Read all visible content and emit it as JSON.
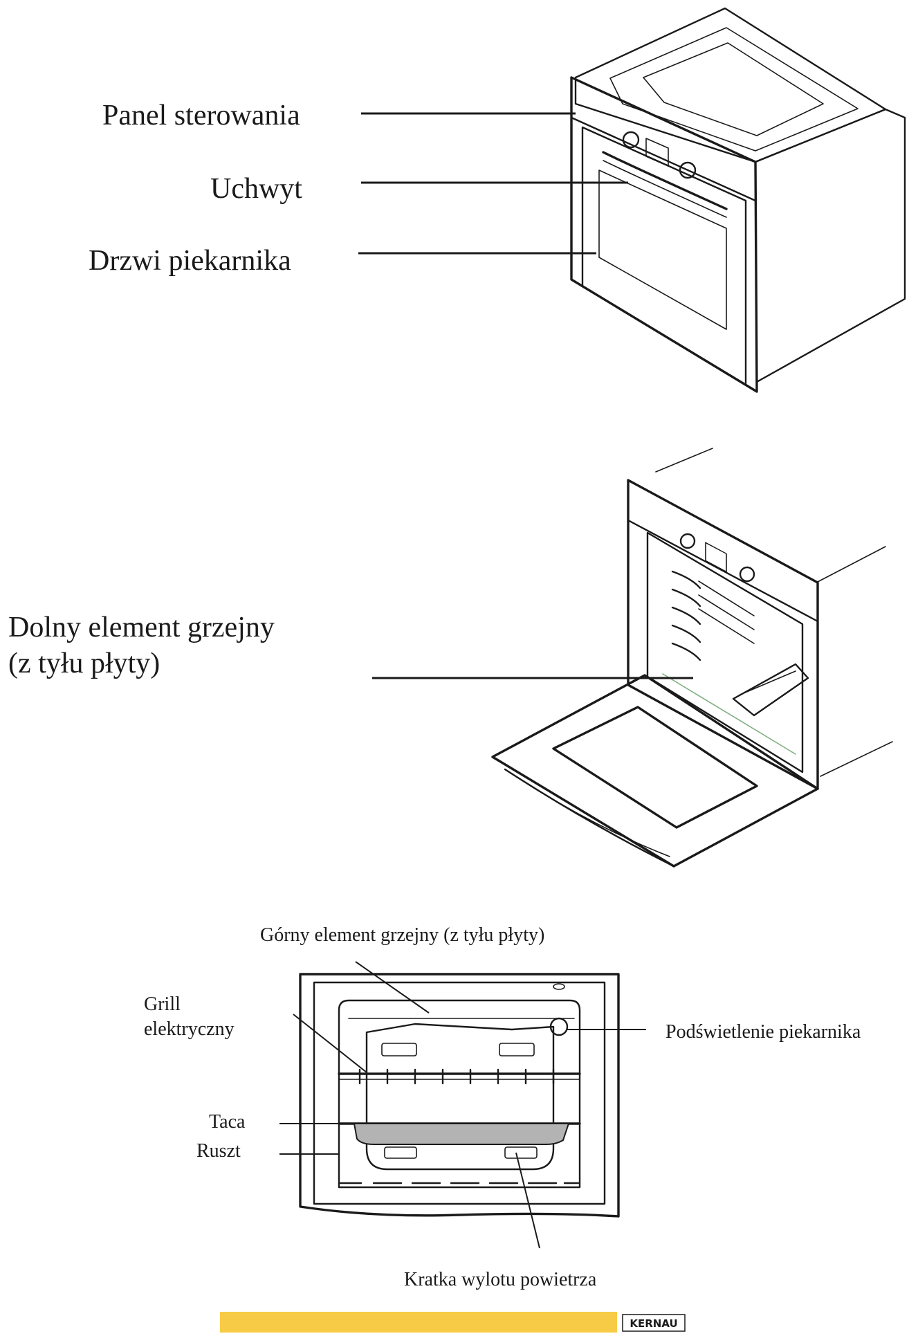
{
  "figure1": {
    "labels": [
      "Panel sterowania",
      "Uchwyt",
      "Drzwi piekarnika"
    ]
  },
  "figure2": {
    "label_line1": "Dolny element grzejny",
    "label_line2": "(z tyłu płyty)"
  },
  "figure3": {
    "top_label": "Górny element grzejny (z tyłu płyty)",
    "grill_line1": "Grill",
    "grill_line2": "elektryczny",
    "light_label": "Podświetlenie piekarnika",
    "tray_label": "Taca",
    "rack_label": "Ruszt",
    "vent_label": "Kratka wylotu powietrza"
  },
  "footer": {
    "brand": "KERNAU",
    "bar_color": "#F7CB45"
  }
}
